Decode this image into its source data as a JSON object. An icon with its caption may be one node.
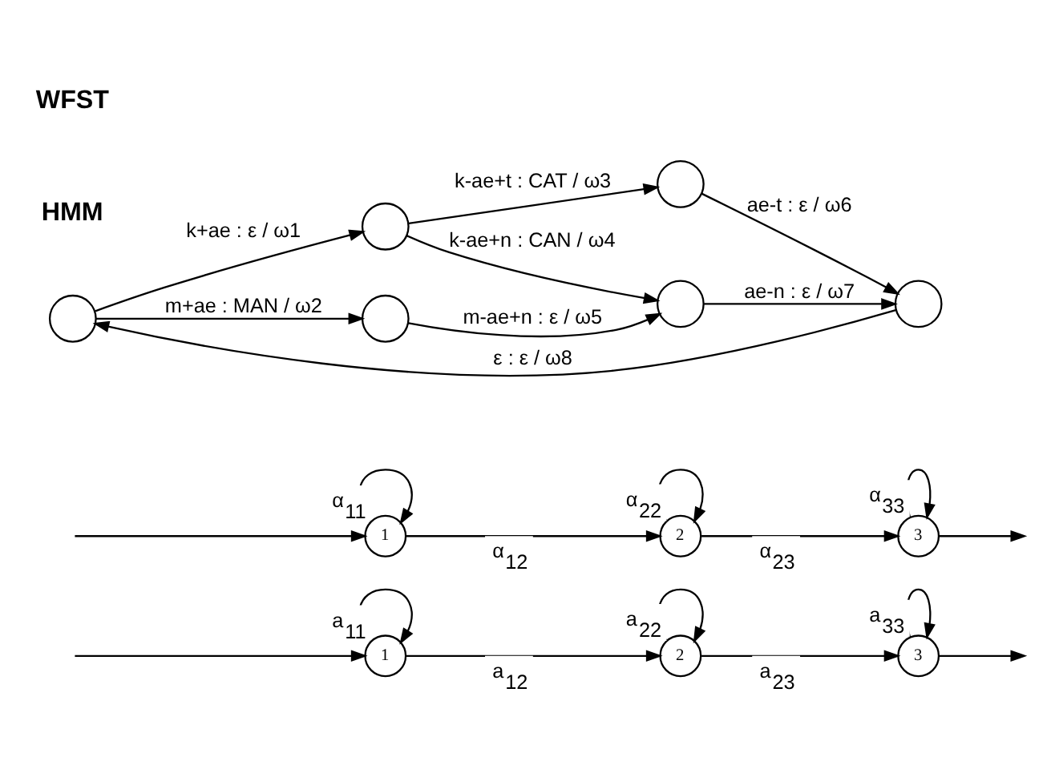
{
  "diagram": {
    "nodes": [
      {
        "text": [
          "1"
        ]
      },
      {
        "text": [
          "2"
        ]
      },
      {
        "text": [
          "3"
        ]
      },
      {
        "text": [
          "1"
        ]
      },
      {
        "text": [
          "2"
        ]
      },
      {
        "text": [
          "3"
        ]
      },
      {
        "text": [],
        "shape": "circle"
      },
      {
        "text": [],
        "shape": "circle"
      },
      {
        "text": [],
        "shape": "circle"
      },
      {
        "text": [],
        "shape": "circle"
      },
      {
        "text": [],
        "shape": "circle"
      },
      {
        "text": [],
        "shape": "circle"
      }
    ],
    "edges": [
      {
        "from": null,
        "to": 0,
        "arrow": "to"
      },
      {
        "from": 0,
        "to": 0,
        "arrow": "to",
        "label": "a$_{11}$"
      },
      {
        "from": 0,
        "to": 1,
        "arrow": "to",
        "label": "a$_{12}$"
      },
      {
        "from": 1,
        "to": 1,
        "arrow": "to",
        "label": "a$_{22}$"
      },
      {
        "from": 1,
        "to": 2,
        "arrow": "to",
        "label": "a$_{23}$"
      },
      {
        "from": 2,
        "to": 2,
        "arrow": "to",
        "label": "a$_{33}$"
      },
      {
        "from": 2,
        "to": null,
        "arrow": "to"
      },
      {
        "from": null,
        "to": 3,
        "arrow": "to"
      },
      {
        "from": 3,
        "to": 3,
        "arrow": "to",
        "label": "α$_{11}$"
      },
      {
        "from": 3,
        "to": 4,
        "arrow": "to",
        "label": "α$_{12}$"
      },
      {
        "from": 4,
        "to": 4,
        "arrow": "to",
        "label": "α$_{22}$"
      },
      {
        "from": 4,
        "to": 5,
        "arrow": "to",
        "label": "α$_{23}$"
      },
      {
        "from": 5,
        "to": 5,
        "arrow": "to",
        "label": "α$_{33}$"
      },
      {
        "from": 5,
        "to": null,
        "arrow": "to"
      },
      {
        "from": 6,
        "to": 7,
        "arrow": "to",
        "label": "k+ae : ε / ω1"
      },
      {
        "from": 6,
        "to": 8,
        "arrow": "to",
        "label": "m+ae : MAN / ω2"
      },
      {
        "from": 7,
        "to": 9,
        "arrow": "to",
        "label": "k-ae+t : CAT / ω3"
      },
      {
        "from": 7,
        "to": 10,
        "arrow": "to",
        "label": "k-ae+n : CAN / ω4"
      },
      {
        "from": 8,
        "to": 10,
        "arrow": "to",
        "label": "m-ae+n : ε / ω5"
      },
      {
        "from": 9,
        "to": 11,
        "arrow": "to",
        "label": "ae-t : ε / ω6"
      },
      {
        "from": 10,
        "to": 11,
        "arrow": "to",
        "label": "ae-n : ε / ω7"
      },
      {
        "from": 11,
        "to": 6,
        "arrow": "to",
        "label": "ε : ε / ω8"
      }
    ],
    "labels": [
      "HMM",
      "WFST"
    ]
  }
}
